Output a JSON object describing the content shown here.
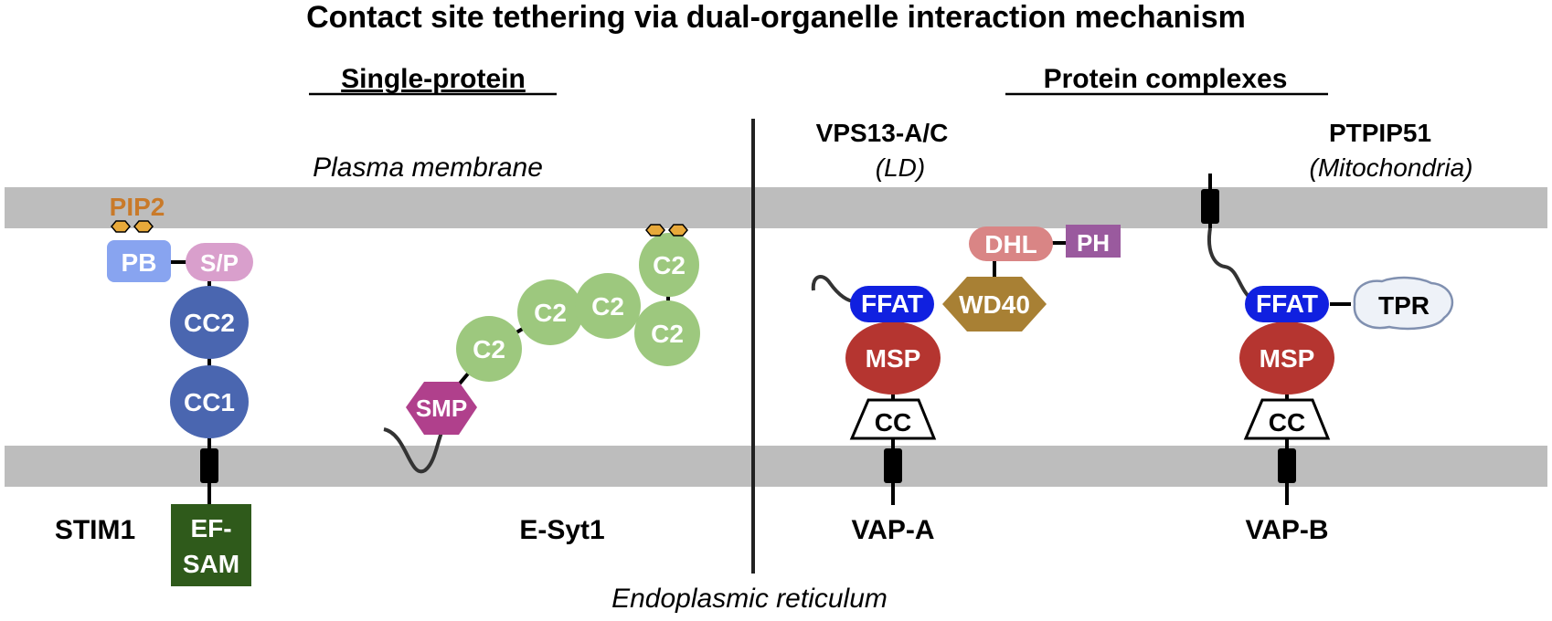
{
  "title": "Contact site tethering via dual-organelle interaction mechanism",
  "sections": {
    "single": "Single-protein",
    "complexes": "Protein complexes"
  },
  "membranes": {
    "plasma": "Plasma membrane",
    "er": "Endoplasmic reticulum"
  },
  "proteins": {
    "stim1": "STIM1",
    "esyt1": "E-Syt1",
    "vapa": "VAP-A",
    "vapb": "VAP-B",
    "vps13": "VPS13-A/C",
    "vps13_target": "(LD)",
    "ptpip51": "PTPIP51",
    "ptpip51_target": "(Mitochondria)"
  },
  "domains": {
    "pip2": "PIP2",
    "pb": "PB",
    "sp": "S/P",
    "cc2": "CC2",
    "cc1": "CC1",
    "ef1": "EF-",
    "ef2": "SAM",
    "c2": "C2",
    "smp": "SMP",
    "ffat": "FFAT",
    "msp": "MSP",
    "cc": "CC",
    "wd40": "WD40",
    "dhl": "DHL",
    "ph": "PH",
    "tpr": "TPR"
  },
  "colors": {
    "membrane": "#bdbdbd",
    "lipid_head": "#e8a93a",
    "pip2_text": "#c97a2a",
    "pb": "#88a4f0",
    "sp": "#d99fcc",
    "cc_blue": "#4a66b0",
    "ef_sam": "#2f5a1b",
    "c2": "#9dc87e",
    "smp": "#b0408c",
    "ffat": "#1020e0",
    "msp": "#b53530",
    "wd40": "#a88034",
    "dhl": "#d98585",
    "ph": "#9a5a9e",
    "tpr": "#eef2f8"
  }
}
